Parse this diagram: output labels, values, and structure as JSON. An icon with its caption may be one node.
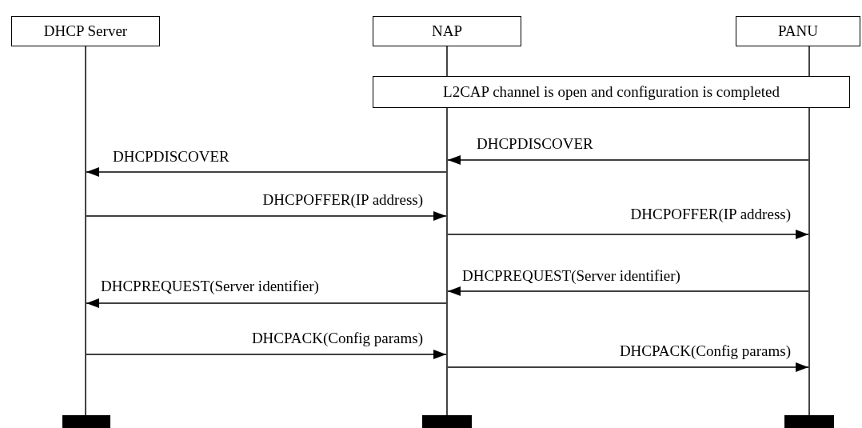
{
  "diagram": {
    "nodes": [
      {
        "text": [
          "DHCP Server"
        ]
      },
      {
        "text": [
          "NAP"
        ]
      },
      {
        "text": [
          "PANU"
        ]
      },
      {
        "text": [
          "L2CAP channel is open and configuration is completed"
        ]
      },
      {
        "text": [],
        "shape": "line"
      },
      {
        "text": [],
        "shape": "line"
      },
      {
        "text": [],
        "shape": "line"
      },
      {
        "text": [],
        "shape": "bar"
      },
      {
        "text": [],
        "shape": "bar"
      },
      {
        "text": [],
        "shape": "bar"
      }
    ],
    "edges": [
      {
        "from": 6,
        "to": 5,
        "arrow": "to",
        "label": "DHCPDISCOVER"
      },
      {
        "from": 5,
        "to": 4,
        "arrow": "to",
        "label": "DHCPDISCOVER"
      },
      {
        "from": 4,
        "to": 5,
        "arrow": "to",
        "label": "DHCPOFFER(IP address)"
      },
      {
        "from": 5,
        "to": 6,
        "arrow": "to",
        "label": "DHCPOFFER(IP address)"
      },
      {
        "from": 6,
        "to": 5,
        "arrow": "to",
        "label": "DHCPREQUEST(Server identifier)"
      },
      {
        "from": 5,
        "to": 4,
        "arrow": "to",
        "label": "DHCPREQUEST(Server identifier)"
      },
      {
        "from": 4,
        "to": 5,
        "arrow": "to",
        "label": "DHCPACK(Config params)"
      },
      {
        "from": 5,
        "to": 6,
        "arrow": "to",
        "label": "DHCPACK(Config params)"
      }
    ]
  }
}
